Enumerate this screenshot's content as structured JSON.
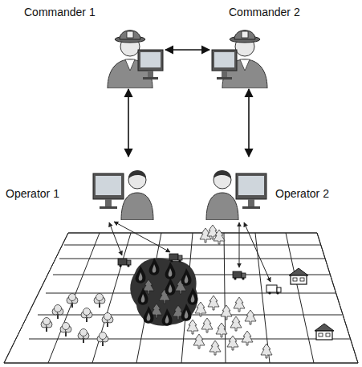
{
  "diagram": {
    "nodes": [
      {
        "text": [
          "Commander 1"
        ]
      },
      {
        "text": [
          "Commander 2"
        ]
      },
      {
        "text": [
          "Operator 1"
        ]
      },
      {
        "text": [
          "Operator 2"
        ]
      }
    ],
    "edges": [
      {
        "from": 0,
        "to": 1,
        "arrow": "both"
      },
      {
        "from": 0,
        "to": 2,
        "arrow": "both"
      },
      {
        "from": 1,
        "to": 3,
        "arrow": "both"
      }
    ]
  }
}
